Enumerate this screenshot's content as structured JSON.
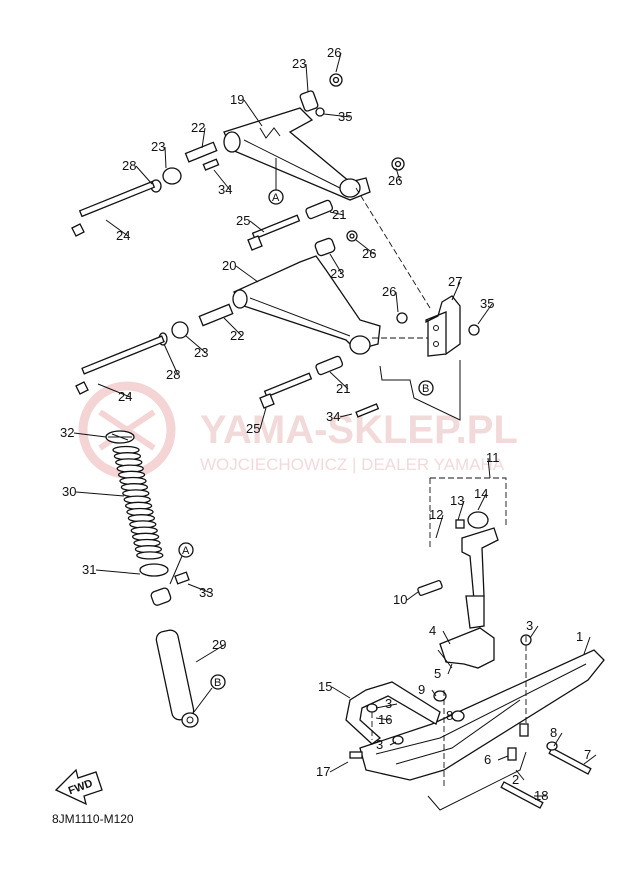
{
  "watermark": {
    "title": "YAMA-SKLEP.PL",
    "subtitle": "WOJCIECHOWICZ | DEALER YAMAHA"
  },
  "diagram_code": "8JM1110-M120",
  "fwd_label": "FWD",
  "reference_letters": {
    "a": "A",
    "b": "B"
  },
  "callouts": [
    {
      "id": "c26a",
      "label": "26"
    },
    {
      "id": "c23a",
      "label": "23"
    },
    {
      "id": "c19",
      "label": "19"
    },
    {
      "id": "c35a",
      "label": "35"
    },
    {
      "id": "c22a",
      "label": "22"
    },
    {
      "id": "c23b",
      "label": "23"
    },
    {
      "id": "c28a",
      "label": "28"
    },
    {
      "id": "c34a",
      "label": "34"
    },
    {
      "id": "c26b",
      "label": "26"
    },
    {
      "id": "c24a",
      "label": "24"
    },
    {
      "id": "c21a",
      "label": "21"
    },
    {
      "id": "c25a",
      "label": "25"
    },
    {
      "id": "c26c",
      "label": "26"
    },
    {
      "id": "c20",
      "label": "20"
    },
    {
      "id": "c23c",
      "label": "23"
    },
    {
      "id": "c26d",
      "label": "26"
    },
    {
      "id": "c27",
      "label": "27"
    },
    {
      "id": "c35b",
      "label": "35"
    },
    {
      "id": "c22b",
      "label": "22"
    },
    {
      "id": "c23d",
      "label": "23"
    },
    {
      "id": "c28b",
      "label": "28"
    },
    {
      "id": "c21b",
      "label": "21"
    },
    {
      "id": "c24b",
      "label": "24"
    },
    {
      "id": "c34b",
      "label": "34"
    },
    {
      "id": "c25b",
      "label": "25"
    },
    {
      "id": "c32",
      "label": "32"
    },
    {
      "id": "c30",
      "label": "30"
    },
    {
      "id": "c11",
      "label": "11"
    },
    {
      "id": "c13",
      "label": "13"
    },
    {
      "id": "c14",
      "label": "14"
    },
    {
      "id": "c12",
      "label": "12"
    },
    {
      "id": "c31",
      "label": "31"
    },
    {
      "id": "c33",
      "label": "33"
    },
    {
      "id": "c10",
      "label": "10"
    },
    {
      "id": "c4",
      "label": "4"
    },
    {
      "id": "c3a",
      "label": "3"
    },
    {
      "id": "c1",
      "label": "1"
    },
    {
      "id": "c29",
      "label": "29"
    },
    {
      "id": "c5",
      "label": "5"
    },
    {
      "id": "c15",
      "label": "15"
    },
    {
      "id": "c9",
      "label": "9"
    },
    {
      "id": "c3b",
      "label": "3"
    },
    {
      "id": "c8a",
      "label": "8"
    },
    {
      "id": "c16",
      "label": "16"
    },
    {
      "id": "c3c",
      "label": "3"
    },
    {
      "id": "c8b",
      "label": "8"
    },
    {
      "id": "c6",
      "label": "6"
    },
    {
      "id": "c7",
      "label": "7"
    },
    {
      "id": "c17",
      "label": "17"
    },
    {
      "id": "c2",
      "label": "2"
    },
    {
      "id": "c18",
      "label": "18"
    }
  ]
}
